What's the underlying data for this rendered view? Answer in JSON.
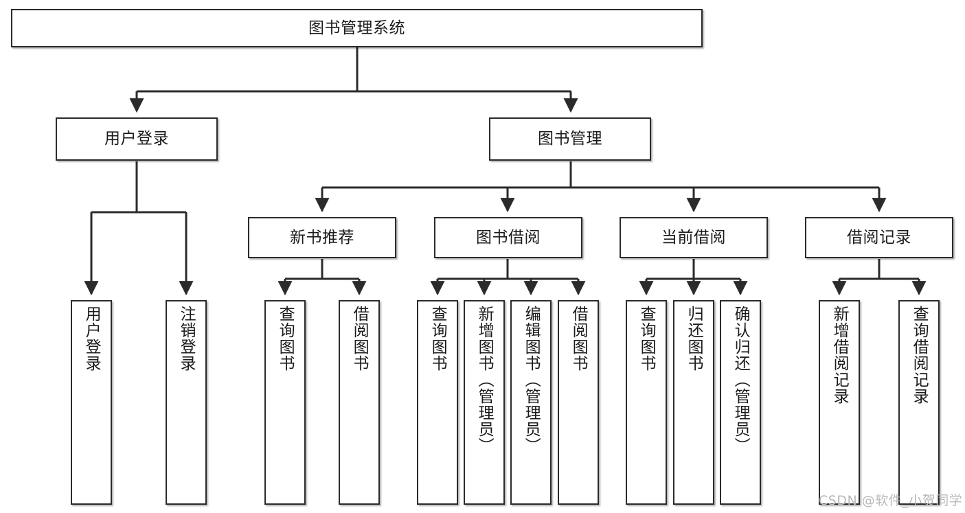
{
  "diagram": {
    "title": "图书管理系统",
    "type": "tree-hierarchy-chart",
    "background_color": "#ffffff",
    "node_border_color": "#2b2b2b",
    "node_fill_color": "#ffffff",
    "edge_color": "#2b2b2b"
  },
  "nodes": {
    "root": {
      "label": "图书管理系统",
      "level": 1
    },
    "l2": [
      {
        "id": "user-login",
        "label": "用户登录",
        "level": 2
      },
      {
        "id": "book-manage",
        "label": "图书管理",
        "level": 2
      }
    ],
    "l3": [
      {
        "id": "new-book-recommend",
        "label": "新书推荐",
        "level": 3
      },
      {
        "id": "book-borrow",
        "label": "图书借阅",
        "level": 3
      },
      {
        "id": "current-borrow",
        "label": "当前借阅",
        "level": 3
      },
      {
        "id": "borrow-record",
        "label": "借阅记录",
        "level": 3
      }
    ],
    "leaves": [
      {
        "id": "leaf-user-login",
        "label": "用户登录",
        "parent": "user-login"
      },
      {
        "id": "leaf-logout-login",
        "label": "注销登录",
        "parent": "user-login"
      },
      {
        "id": "leaf-query-book-1",
        "label": "查询图书",
        "parent": "new-book-recommend"
      },
      {
        "id": "leaf-borrow-book-1",
        "label": "借阅图书",
        "parent": "new-book-recommend"
      },
      {
        "id": "leaf-query-book-2",
        "label": "查询图书",
        "parent": "book-borrow"
      },
      {
        "id": "leaf-add-book",
        "label": "新增图书（管理员）",
        "parent": "book-borrow"
      },
      {
        "id": "leaf-edit-book",
        "label": "编辑图书（管理员）",
        "parent": "book-borrow"
      },
      {
        "id": "leaf-borrow-book-2",
        "label": "借阅图书",
        "parent": "book-borrow"
      },
      {
        "id": "leaf-query-book-3",
        "label": "查询图书",
        "parent": "current-borrow"
      },
      {
        "id": "leaf-return-book",
        "label": "归还图书",
        "parent": "current-borrow"
      },
      {
        "id": "leaf-confirm-return",
        "label": "确认归还（管理员）",
        "parent": "current-borrow"
      },
      {
        "id": "leaf-add-borrow-record",
        "label": "新增借阅记录",
        "parent": "borrow-record"
      },
      {
        "id": "leaf-query-borrow-record",
        "label": "查询借阅记录",
        "parent": "borrow-record"
      }
    ]
  },
  "watermark": {
    "text": "CSDN @软件_小贺同学",
    "color": "#b9b9b9"
  }
}
